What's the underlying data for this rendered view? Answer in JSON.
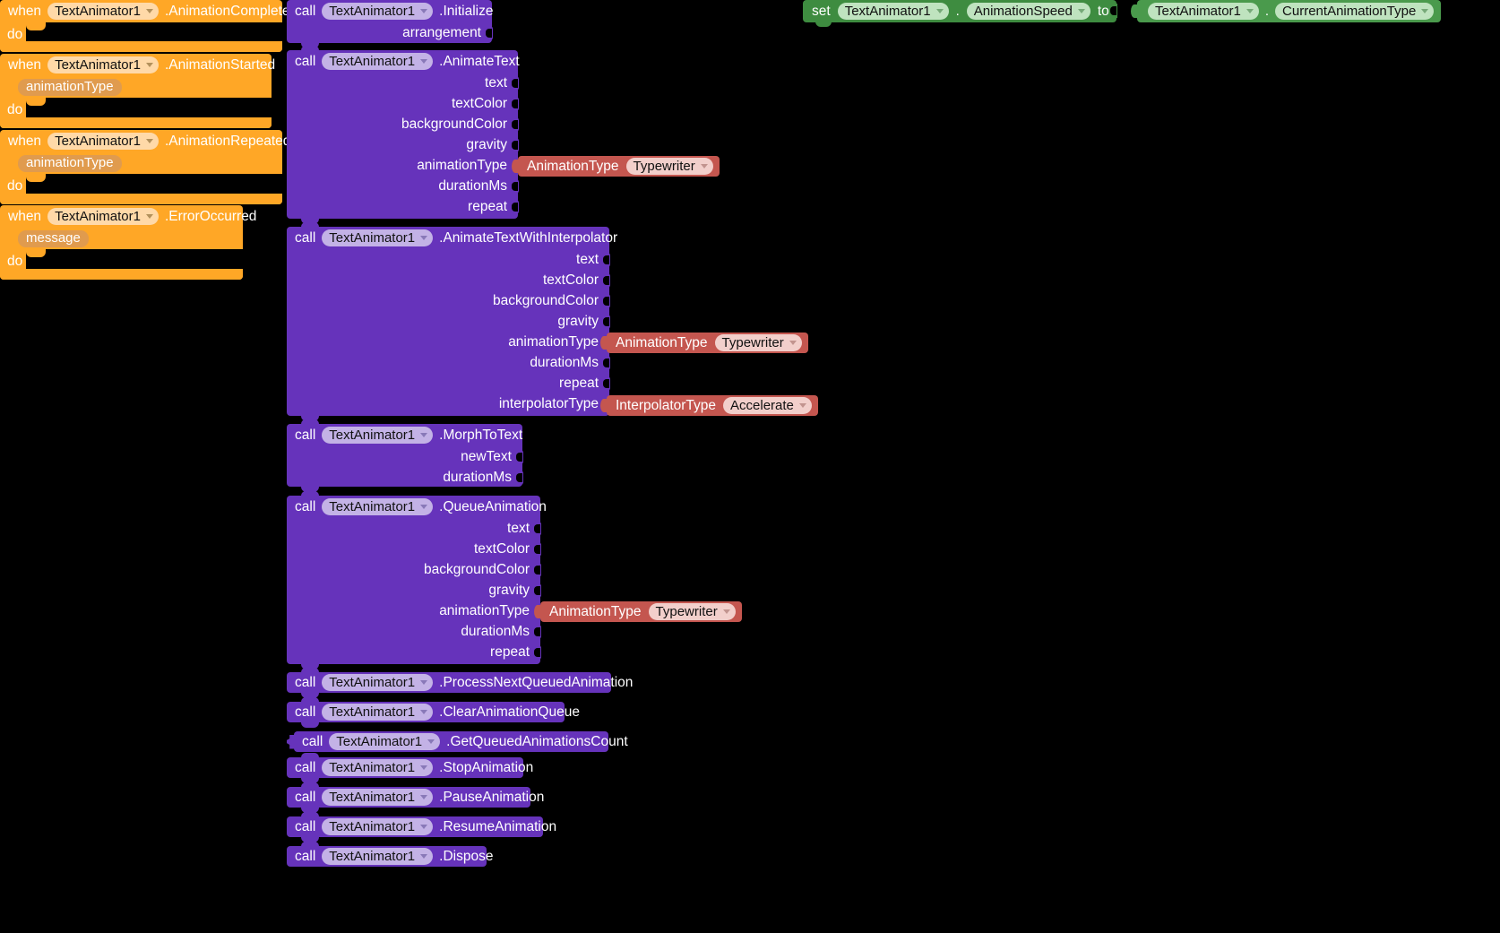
{
  "editor": {
    "name": "MIT App Inventor Blocks Editor",
    "component": "TextAnimator1",
    "background": "#000000",
    "colors": {
      "event_block": "#FFA726",
      "method_block": "#6633BB",
      "setter_block": "#3E8C40",
      "getter_block": "#4A9A4C",
      "helper_block": "#C4564F"
    }
  },
  "keywords": {
    "when": "when",
    "do": "do",
    "call": "call",
    "set": "set",
    "to": "to",
    "dot": "."
  },
  "event_blocks": [
    {
      "keyword": "when",
      "component": "TextAnimator1",
      "event": ".AnimationCompleted",
      "params": [],
      "do_label": "do"
    },
    {
      "keyword": "when",
      "component": "TextAnimator1",
      "event": ".AnimationStarted",
      "params": [
        "animationType"
      ],
      "do_label": "do"
    },
    {
      "keyword": "when",
      "component": "TextAnimator1",
      "event": ".AnimationRepeated",
      "params": [
        "animationType"
      ],
      "do_label": "do"
    },
    {
      "keyword": "when",
      "component": "TextAnimator1",
      "event": ".ErrorOccurred",
      "params": [
        "message"
      ],
      "do_label": "do"
    }
  ],
  "method_blocks": [
    {
      "keyword": "call",
      "component": "TextAnimator1",
      "method": ".Initialize",
      "args": [
        "arrangement"
      ],
      "attached": []
    },
    {
      "keyword": "call",
      "component": "TextAnimator1",
      "method": ".AnimateText",
      "args": [
        "text",
        "textColor",
        "backgroundColor",
        "gravity",
        "animationType",
        "durationMs",
        "repeat"
      ],
      "attached": [
        {
          "arg": "animationType",
          "type": "AnimationType",
          "value": "Typewriter"
        }
      ]
    },
    {
      "keyword": "call",
      "component": "TextAnimator1",
      "method": ".AnimateTextWithInterpolator",
      "args": [
        "text",
        "textColor",
        "backgroundColor",
        "gravity",
        "animationType",
        "durationMs",
        "repeat",
        "interpolatorType"
      ],
      "attached": [
        {
          "arg": "animationType",
          "type": "AnimationType",
          "value": "Typewriter"
        },
        {
          "arg": "interpolatorType",
          "type": "InterpolatorType",
          "value": "Accelerate"
        }
      ]
    },
    {
      "keyword": "call",
      "component": "TextAnimator1",
      "method": ".MorphToText",
      "args": [
        "newText",
        "durationMs"
      ],
      "attached": []
    },
    {
      "keyword": "call",
      "component": "TextAnimator1",
      "method": ".QueueAnimation",
      "args": [
        "text",
        "textColor",
        "backgroundColor",
        "gravity",
        "animationType",
        "durationMs",
        "repeat"
      ],
      "attached": [
        {
          "arg": "animationType",
          "type": "AnimationType",
          "value": "Typewriter"
        }
      ]
    },
    {
      "keyword": "call",
      "component": "TextAnimator1",
      "method": ".ProcessNextQueuedAnimation",
      "args": [],
      "attached": []
    },
    {
      "keyword": "call",
      "component": "TextAnimator1",
      "method": ".ClearAnimationQueue",
      "args": [],
      "attached": []
    },
    {
      "keyword": "call",
      "component": "TextAnimator1",
      "method": ".GetQueuedAnimationsCount",
      "args": [],
      "attached": [],
      "is_reporter": true
    },
    {
      "keyword": "call",
      "component": "TextAnimator1",
      "method": ".StopAnimation",
      "args": [],
      "attached": []
    },
    {
      "keyword": "call",
      "component": "TextAnimator1",
      "method": ".PauseAnimation",
      "args": [],
      "attached": []
    },
    {
      "keyword": "call",
      "component": "TextAnimator1",
      "method": ".ResumeAnimation",
      "args": [],
      "attached": []
    },
    {
      "keyword": "call",
      "component": "TextAnimator1",
      "method": ".Dispose",
      "args": [],
      "attached": []
    }
  ],
  "setter_block": {
    "keyword": "set",
    "component": "TextAnimator1",
    "dot": ".",
    "property": "AnimationSpeed",
    "to": "to"
  },
  "getter_block": {
    "component": "TextAnimator1",
    "dot": ".",
    "property": "CurrentAnimationType"
  }
}
